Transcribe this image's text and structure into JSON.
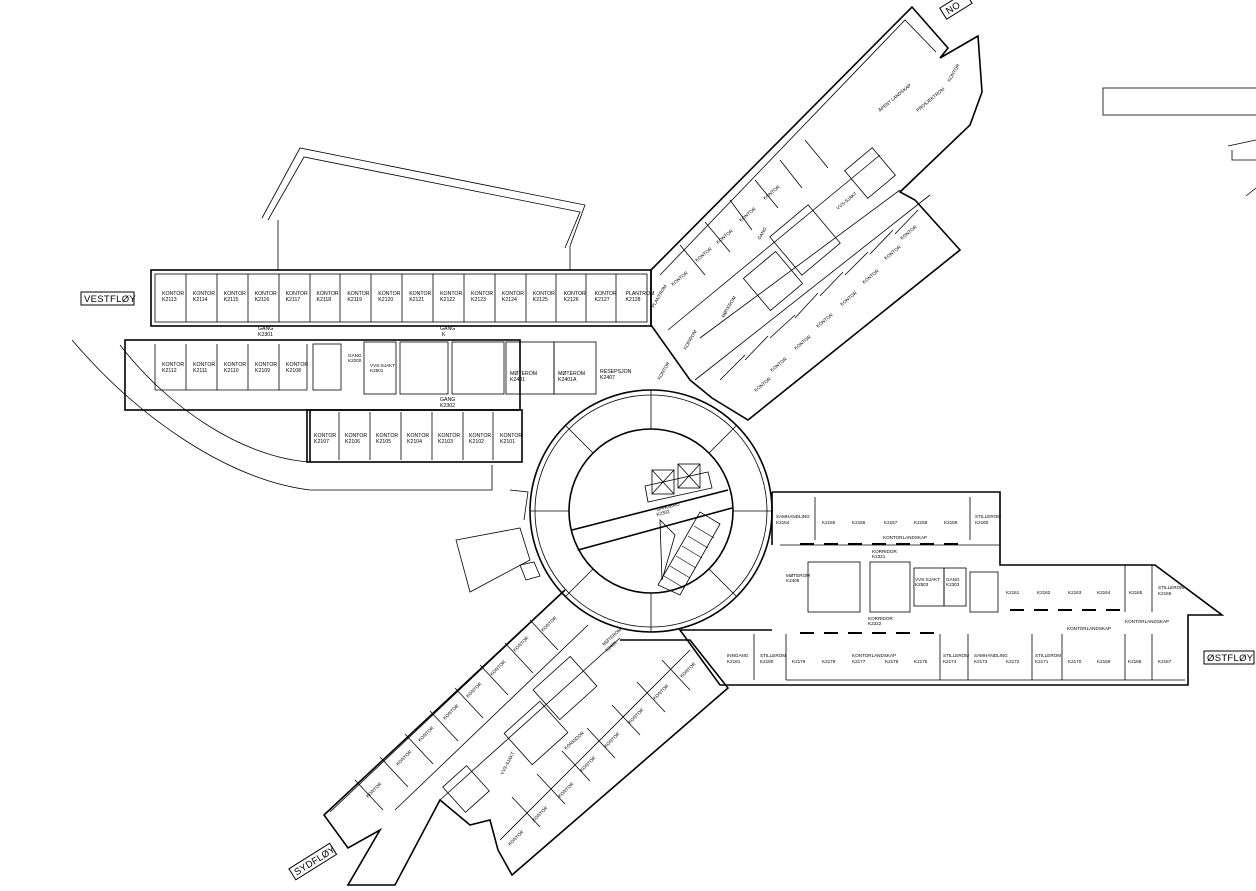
{
  "wings": {
    "west": "VESTFLØY",
    "east": "ØSTFLØY",
    "south": "SYDFLØY",
    "north": "NO"
  },
  "west_wing": {
    "north_row": [
      {
        "name": "KONTOR",
        "code": "K2113"
      },
      {
        "name": "KONTOR",
        "code": "K2114"
      },
      {
        "name": "KONTOR",
        "code": "K2115"
      },
      {
        "name": "KONTOR",
        "code": "K2116"
      },
      {
        "name": "KONTOR",
        "code": "K2117"
      },
      {
        "name": "KONTOR",
        "code": "K2118"
      },
      {
        "name": "KONTOR",
        "code": "K2119"
      },
      {
        "name": "KONTOR",
        "code": "K2120"
      },
      {
        "name": "KONTOR",
        "code": "K2121"
      },
      {
        "name": "KONTOR",
        "code": "K2122"
      },
      {
        "name": "KONTOR",
        "code": "K2123"
      },
      {
        "name": "KONTOR",
        "code": "K2124"
      },
      {
        "name": "KONTOR",
        "code": "K2125"
      },
      {
        "name": "KONTOR",
        "code": "K2126"
      },
      {
        "name": "KONTOR",
        "code": "K2127"
      },
      {
        "name": "PLANTROM",
        "code": "K2128"
      }
    ],
    "middle_row": [
      {
        "name": "KONTOR",
        "code": "K2112"
      },
      {
        "name": "KONTOR",
        "code": "K2111"
      },
      {
        "name": "KONTOR",
        "code": "K2110"
      },
      {
        "name": "KONTOR",
        "code": "K2109"
      },
      {
        "name": "KONTOR",
        "code": "K2108"
      }
    ],
    "south_row": [
      {
        "name": "KONTOR",
        "code": "K2107"
      },
      {
        "name": "KONTOR",
        "code": "K2106"
      },
      {
        "name": "KONTOR",
        "code": "K2105"
      },
      {
        "name": "KONTOR",
        "code": "K2104"
      },
      {
        "name": "KONTOR",
        "code": "K2103"
      },
      {
        "name": "KONTOR",
        "code": "K2102"
      },
      {
        "name": "KONTOR",
        "code": "K2101"
      }
    ],
    "corridor_1": {
      "name": "GANG",
      "code": "K2301"
    },
    "corridor_2": {
      "name": "GANG",
      "code": "K"
    },
    "corridor_3": {
      "name": "GANG",
      "code": "K2302"
    },
    "stair_label": {
      "name": "GANG",
      "code": "K2200"
    },
    "shaft": {
      "name": "VVS-SJAKT",
      "code": "K2501"
    },
    "meeting_1": {
      "name": "MØTEROM",
      "code": "K2401"
    },
    "meeting_2": {
      "name": "MØTEROM",
      "code": "K2401A"
    },
    "reception": {
      "name": "RESEPSJON",
      "code": "K2407"
    }
  },
  "center": {
    "bridge": {
      "name": "GANGBRO",
      "code": "K2302"
    }
  },
  "north_wing": {
    "label": "ÅPENT LANDSKAP",
    "projector": "PROSJEKTROM",
    "office_top": "KONTOR",
    "shaft": "VVS-SJAKT",
    "corridor": "GANG",
    "meeting": "MØTEROM",
    "copy": "KOPIROM",
    "plant": "PLANTROM",
    "reception_misc": "KONTOR",
    "offices_west": [
      "KONTOR",
      "KONTOR",
      "KONTOR",
      "KONTOR",
      "KONTOR"
    ],
    "offices_east": [
      "KONTOR",
      "KONTOR",
      "KONTOR",
      "KONTOR",
      "KONTOR",
      "KONTOR",
      "KONTOR",
      "KONTOR"
    ]
  },
  "east_wing": {
    "north_row": [
      {
        "name": "SAMHANDLING",
        "code": "K2154"
      },
      {
        "name": "",
        "code": "K2155"
      },
      {
        "name": "",
        "code": "K2156"
      },
      {
        "name": "",
        "code": "K2157"
      },
      {
        "name": "",
        "code": "K2158"
      },
      {
        "name": "",
        "code": "K2159"
      },
      {
        "name": "STILLEROM",
        "code": "K2160"
      }
    ],
    "landscape_1": "KONTORLANDSKAP",
    "corridor_1": {
      "name": "KORRIDOR",
      "code": "K2321"
    },
    "corridor_2": {
      "name": "KORRIDOR",
      "code": "K2322"
    },
    "meeting": {
      "name": "MØTEROM",
      "code": "K2405"
    },
    "shaft": {
      "name": "VVS-SJAKT",
      "code": "K2503"
    },
    "corridor_3": {
      "name": "GANG",
      "code": "K2303"
    },
    "middle_row": [
      {
        "name": "",
        "code": "K2161"
      },
      {
        "name": "",
        "code": "K2162"
      },
      {
        "name": "",
        "code": "K2163"
      },
      {
        "name": "",
        "code": "K2164"
      },
      {
        "name": "",
        "code": "K2165"
      },
      {
        "name": "STILLEROM",
        "code": "K2166"
      }
    ],
    "landscape_2": "KONTORLANDSKAP",
    "landscape_3": "KONTORLANDSKAP",
    "south_row": [
      {
        "name": "INNGANG",
        "code": "K2181"
      },
      {
        "name": "STILLEROM",
        "code": "K2180"
      },
      {
        "name": "",
        "code": "K2179"
      },
      {
        "name": "",
        "code": "K2178"
      },
      {
        "name": "KONTORLANDSKAP",
        "code": "K2177"
      },
      {
        "name": "",
        "code": "K2176"
      },
      {
        "name": "",
        "code": "K2175"
      },
      {
        "name": "STILLEROM",
        "code": "K2174"
      },
      {
        "name": "SAMHANDLING",
        "code": "K2173"
      },
      {
        "name": "",
        "code": "K2172"
      },
      {
        "name": "STILLEROM",
        "code": "K2171"
      },
      {
        "name": "",
        "code": "K2170"
      },
      {
        "name": "",
        "code": "K2169"
      },
      {
        "name": "",
        "code": "K2168"
      },
      {
        "name": "",
        "code": "K2167"
      }
    ]
  },
  "south_wing": {
    "meeting": {
      "name": "MØTEROM",
      "code": "K2406"
    },
    "offices_west": [
      "KONTOR",
      "KONTOR",
      "KONTOR",
      "KONTOR",
      "KONTOR",
      "KONTOR",
      "KONTOR",
      "KONTOR"
    ],
    "offices_east": [
      "KONTOR",
      "KONTOR",
      "KONTOR",
      "KONTOR",
      "KONTOR",
      "KONTOR",
      "KONTOR",
      "KONTOR"
    ],
    "shaft": "VVS-SJAKT",
    "corridor": "KORRIDOR"
  }
}
